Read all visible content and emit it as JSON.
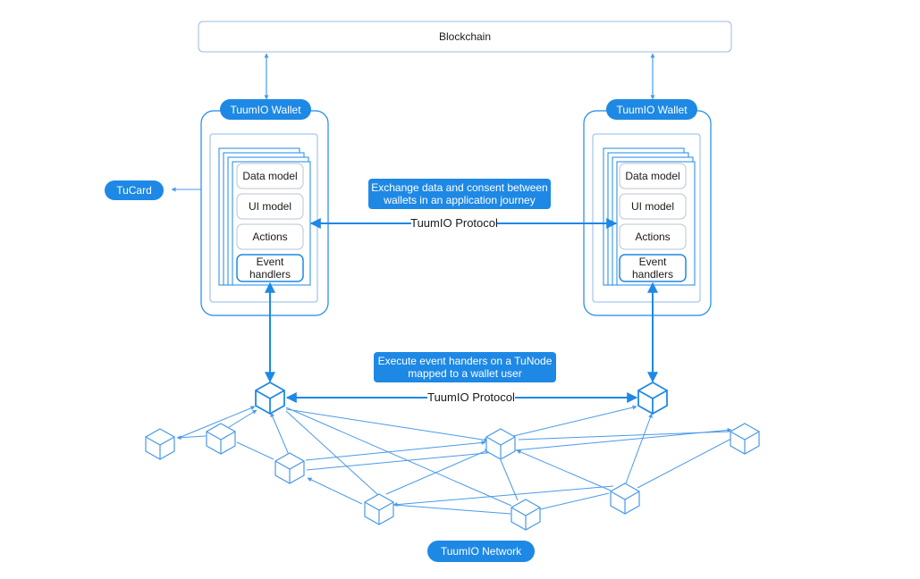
{
  "blockchain": {
    "label": "Blockchain"
  },
  "wallets": [
    {
      "title": "TuumIO Wallet",
      "components": [
        "Data model",
        "UI model",
        "Actions"
      ],
      "handler": [
        "Event",
        "handlers"
      ]
    },
    {
      "title": "TuumIO Wallet",
      "components": [
        "Data model",
        "UI model",
        "Actions"
      ],
      "handler": [
        "Event",
        "handlers"
      ]
    }
  ],
  "tucard": {
    "label": "TuCard"
  },
  "callouts": {
    "exchange": [
      "Exchange data and consent between",
      "wallets in an application journey"
    ],
    "execute": [
      "Execute event handers on a TuNode",
      "mapped to a wallet user"
    ]
  },
  "protocol": {
    "wallet_label": "TuumIO Protocol",
    "node_label": "TuumIO Protocol"
  },
  "network": {
    "label": "TuumIO Network"
  },
  "colors": {
    "accent": "#1e88e5",
    "line": "#4a9ae8",
    "box_border": "#b8c4d0"
  }
}
